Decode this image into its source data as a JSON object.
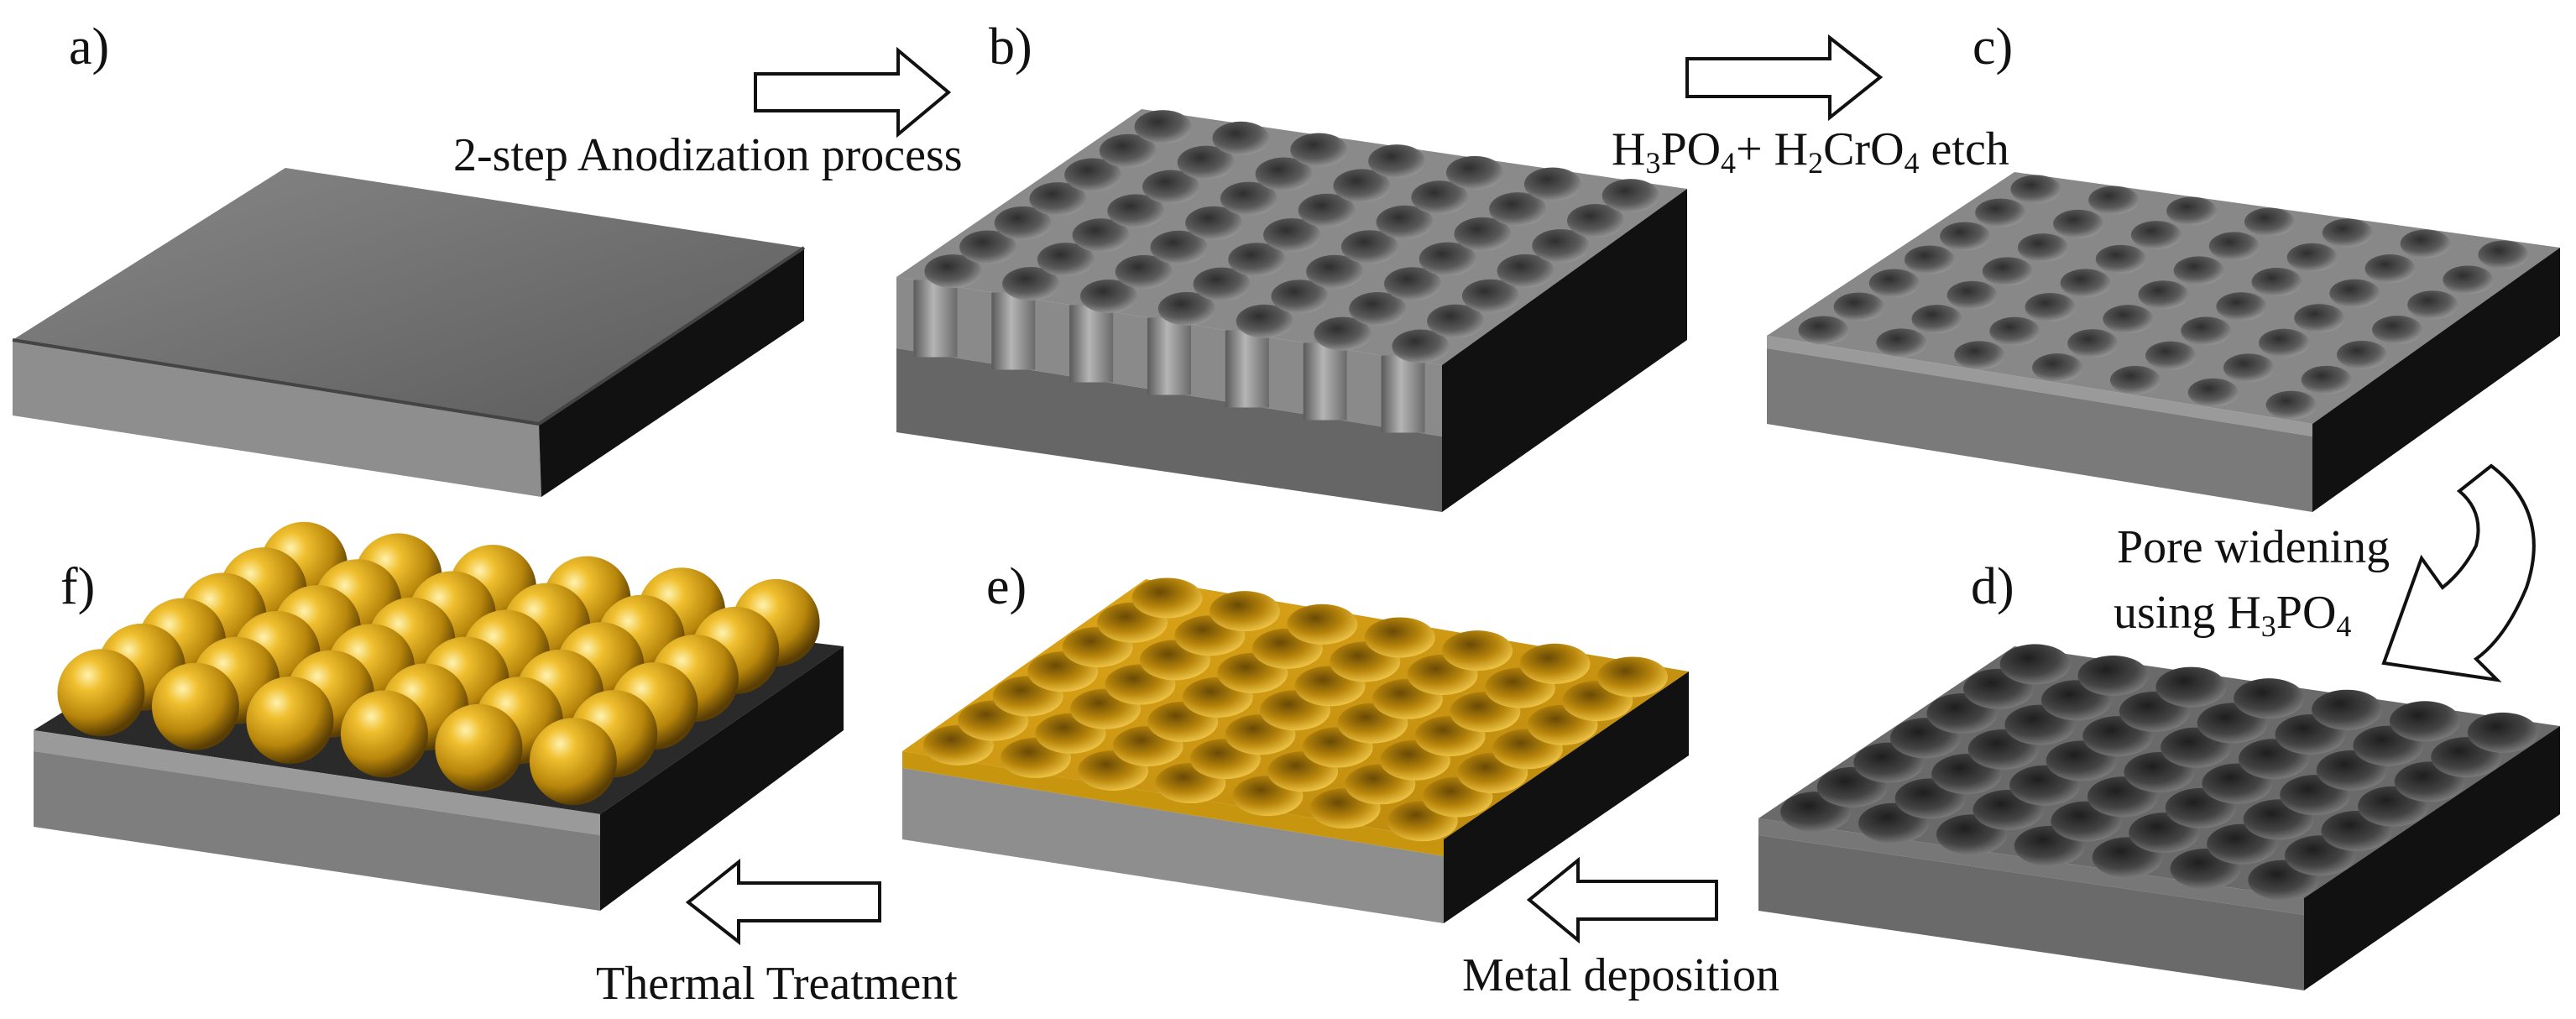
{
  "panels": {
    "a": "a)",
    "b": "b)",
    "c": "c)",
    "d": "d)",
    "e": "e)",
    "f": "f)"
  },
  "steps": {
    "anodization": "2-step Anodization process",
    "etch": {
      "t1": "H",
      "s1": "3",
      "t2": "PO",
      "s2": "4",
      "t3": "+ H",
      "s3": "2",
      "t4": "CrO",
      "s4": "4",
      "t5": " etch"
    },
    "widening": {
      "line1": "Pore widening",
      "t1": "using H",
      "s1": "3",
      "t2": "PO",
      "s2": "4"
    },
    "deposition": "Metal deposition",
    "thermal": "Thermal Treatment"
  },
  "colors": {
    "top_grey": "#6e6e6e",
    "front_grey": "#8e8e8e",
    "side_dark": "#111111",
    "substrate_dark": "#555555",
    "gold": "#d4a017"
  }
}
